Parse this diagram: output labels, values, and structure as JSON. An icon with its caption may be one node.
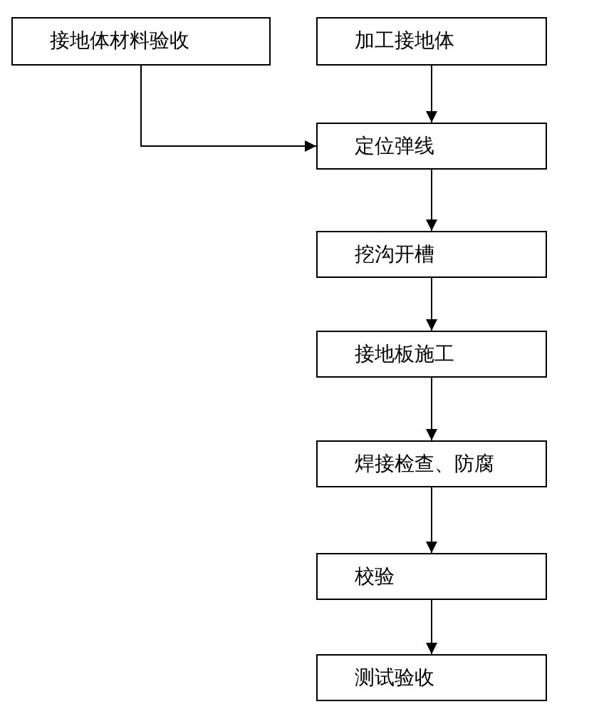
{
  "diagram": {
    "nodes": [
      {
        "text": [
          "接地体材料验收"
        ]
      },
      {
        "text": [
          "加工接地体"
        ]
      },
      {
        "text": [
          "定位弹线"
        ]
      },
      {
        "text": [
          "挖沟开槽"
        ]
      },
      {
        "text": [
          "接地板施工"
        ]
      },
      {
        "text": [
          "焊接检查、防腐"
        ]
      },
      {
        "text": [
          "校验"
        ]
      },
      {
        "text": [
          "测试验收"
        ]
      }
    ],
    "edges": [
      {
        "from": 0,
        "to": 2,
        "arrow": "to"
      },
      {
        "from": 1,
        "to": 2,
        "arrow": "to"
      },
      {
        "from": 2,
        "to": 3,
        "arrow": "to"
      },
      {
        "from": 3,
        "to": 4,
        "arrow": "to"
      },
      {
        "from": 4,
        "to": 5,
        "arrow": "to"
      },
      {
        "from": 5,
        "to": 6,
        "arrow": "to"
      },
      {
        "from": 6,
        "to": 7,
        "arrow": "to"
      }
    ]
  }
}
